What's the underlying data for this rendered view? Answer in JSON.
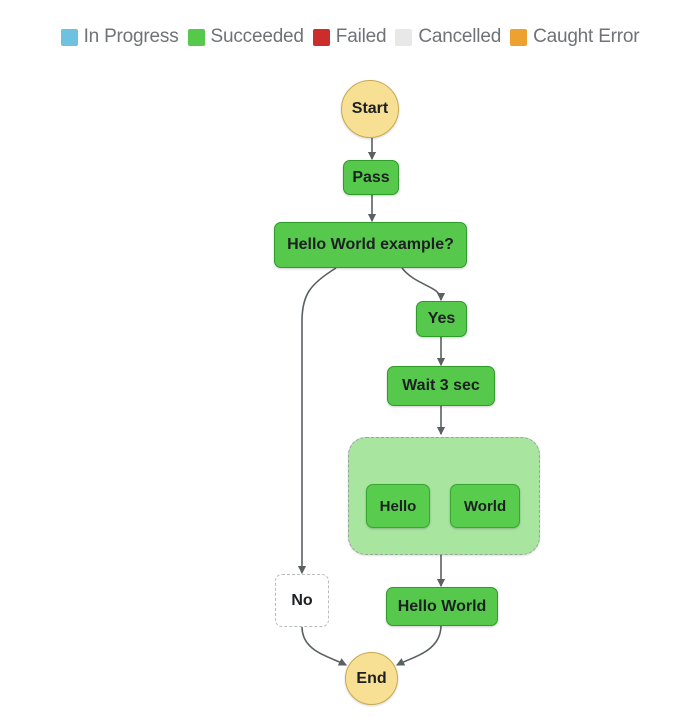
{
  "legend": {
    "items": [
      {
        "label": "In Progress",
        "color": "#6ec2e0",
        "name": "in-progress"
      },
      {
        "label": "Succeeded",
        "color": "#56c84c",
        "name": "succeeded"
      },
      {
        "label": "Failed",
        "color": "#cc2c2c",
        "name": "failed"
      },
      {
        "label": "Cancelled",
        "color": "#e8e8e8",
        "name": "cancelled"
      },
      {
        "label": "Caught Error",
        "color": "#eda12f",
        "name": "caught-error"
      }
    ]
  },
  "graph": {
    "type": "state-machine-execution",
    "nodes": {
      "start": {
        "label": "Start",
        "status": "Caught Error",
        "shape": "circle"
      },
      "pass": {
        "label": "Pass",
        "status": "Succeeded",
        "shape": "box"
      },
      "choice": {
        "label": "Hello World example?",
        "status": "Succeeded",
        "shape": "box"
      },
      "yes": {
        "label": "Yes",
        "status": "Succeeded",
        "shape": "box"
      },
      "wait": {
        "label": "Wait 3 sec",
        "status": "Succeeded",
        "shape": "box"
      },
      "parallel": {
        "label": "",
        "status": "Succeeded",
        "shape": "group"
      },
      "hello": {
        "label": "Hello",
        "status": "Succeeded",
        "shape": "box"
      },
      "world": {
        "label": "World",
        "status": "Succeeded",
        "shape": "box"
      },
      "no": {
        "label": "No",
        "status": "Not executed",
        "shape": "box"
      },
      "hello_world": {
        "label": "Hello World",
        "status": "Succeeded",
        "shape": "box"
      },
      "end": {
        "label": "End",
        "status": "Caught Error",
        "shape": "circle"
      }
    },
    "edges": [
      {
        "from": "start",
        "to": "pass"
      },
      {
        "from": "pass",
        "to": "choice"
      },
      {
        "from": "choice",
        "to": "yes"
      },
      {
        "from": "choice",
        "to": "no"
      },
      {
        "from": "yes",
        "to": "wait"
      },
      {
        "from": "wait",
        "to": "parallel"
      },
      {
        "from": "parallel",
        "to": "hello"
      },
      {
        "from": "parallel",
        "to": "world"
      },
      {
        "from": "parallel",
        "to": "hello_world"
      },
      {
        "from": "hello_world",
        "to": "end"
      },
      {
        "from": "no",
        "to": "end"
      }
    ],
    "edge_color": "#5b6063"
  }
}
